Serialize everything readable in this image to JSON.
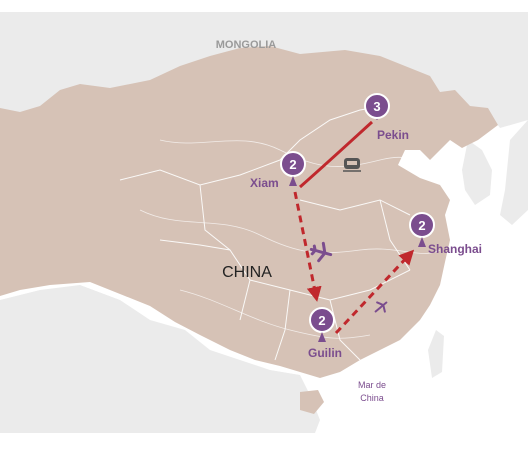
{
  "map": {
    "countries": {
      "mongolia": "MONGOLIA",
      "china": "CHINA"
    },
    "sea": "Mar de China",
    "cities": [
      {
        "id": "pekin",
        "name": "Pekin",
        "nights": "3"
      },
      {
        "id": "xiam",
        "name": "Xiam",
        "nights": "2"
      },
      {
        "id": "shanghai",
        "name": "Shanghai",
        "nights": "2"
      },
      {
        "id": "guilin",
        "name": "Guilin",
        "nights": "2"
      }
    ],
    "route": [
      {
        "from": "pekin",
        "to": "xiam",
        "mode": "train"
      },
      {
        "from": "xiam",
        "to": "guilin",
        "mode": "flight"
      },
      {
        "from": "guilin",
        "to": "shanghai",
        "mode": "flight"
      }
    ],
    "colors": {
      "land_china": "#d6c2b6",
      "land_other": "#ebebeb",
      "sea": "#ffffff",
      "border": "#ffffff",
      "marker": "#7b4d8e",
      "route_train": "#c0282d",
      "route_flight": "#c0282d",
      "label_city": "#7b4d8e",
      "label_sea": "#7b4d8e",
      "label_mongolia": "#9a9a9a",
      "label_china": "#222222"
    }
  }
}
